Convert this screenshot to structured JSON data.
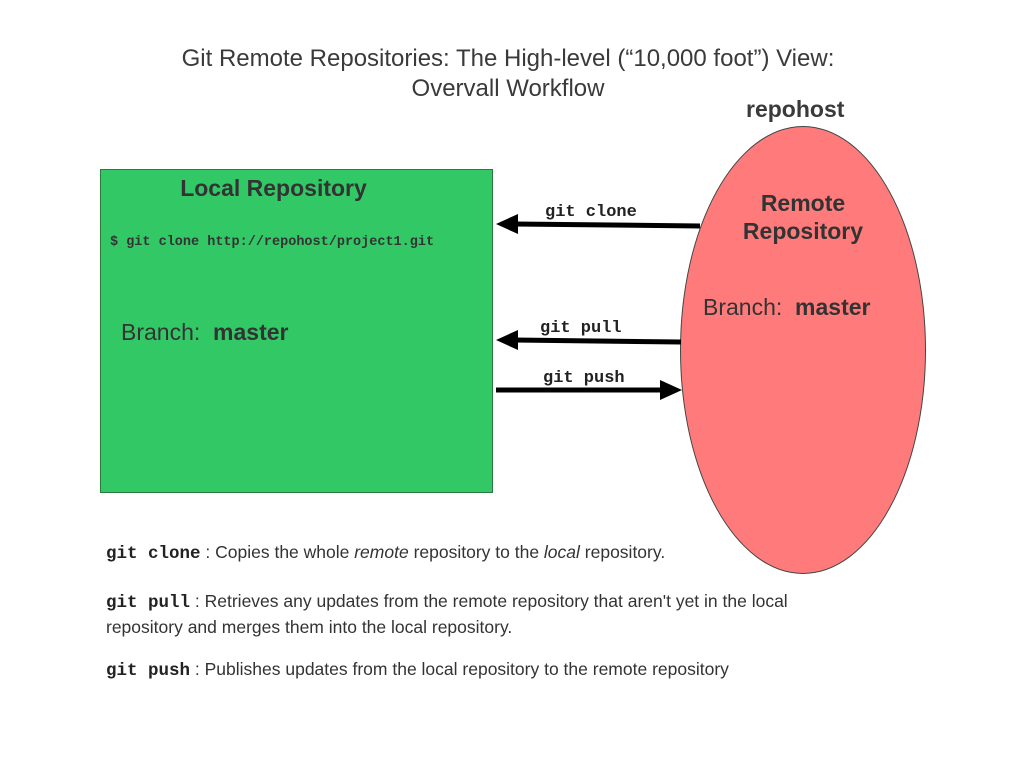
{
  "title": {
    "line1": "Git Remote Repositories: The High-level (“10,000 foot”) View:",
    "line2": "Overvall Workflow"
  },
  "repohost_label": "repohost",
  "local": {
    "title": "Local Repository",
    "command": "$ git clone http://repohost/project1.git",
    "branch_label": "Branch:",
    "branch_value": "master",
    "fill_color": "#33c866"
  },
  "remote": {
    "title_line1": "Remote",
    "title_line2": "Repository",
    "branch_label": "Branch:",
    "branch_value": "master",
    "fill_color": "#ff7b7b"
  },
  "arrows": [
    {
      "label": "git clone",
      "direction": "remote-to-local"
    },
    {
      "label": "git pull",
      "direction": "remote-to-local"
    },
    {
      "label": "git push",
      "direction": "local-to-remote"
    }
  ],
  "descriptions": [
    {
      "command": "git clone",
      "parts": [
        {
          "text": ": Copies the whole ",
          "italic": false
        },
        {
          "text": "remote",
          "italic": true
        },
        {
          "text": " repository to the ",
          "italic": false
        },
        {
          "text": "local",
          "italic": true
        },
        {
          "text": " repository.",
          "italic": false
        }
      ]
    },
    {
      "command": "git pull",
      "parts": [
        {
          "text": ": Retrieves any updates from the remote repository that aren't yet in the local repository and merges them into the local repository.",
          "italic": false
        }
      ]
    },
    {
      "command": "git push",
      "parts": [
        {
          "text": ": Publishes updates from the local repository to the remote repository",
          "italic": false
        }
      ]
    }
  ]
}
